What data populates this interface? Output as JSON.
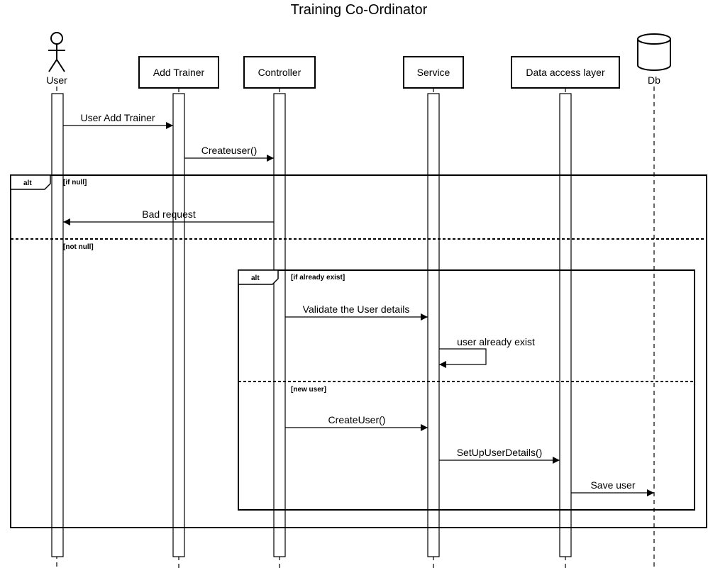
{
  "title": "Training Co-Ordinator",
  "participants": {
    "user": "User",
    "add_trainer": "Add Trainer",
    "controller": "Controller",
    "service": "Service",
    "dal": "Data access layer",
    "db": "Db"
  },
  "messages": {
    "m1": "User Add Trainer",
    "m2": "Createuser()",
    "m3": "Bad request",
    "m4": "Validate the User details",
    "m5": "user already exist",
    "m6": "CreateUser()",
    "m7": "SetUpUserDetails()",
    "m8": "Save user"
  },
  "fragments": {
    "outer_op": "alt",
    "outer_guard1": "[if null]",
    "outer_guard2": "[not null]",
    "inner_op": "alt",
    "inner_guard1": "[if already exist]",
    "inner_guard2": "[new user]"
  }
}
